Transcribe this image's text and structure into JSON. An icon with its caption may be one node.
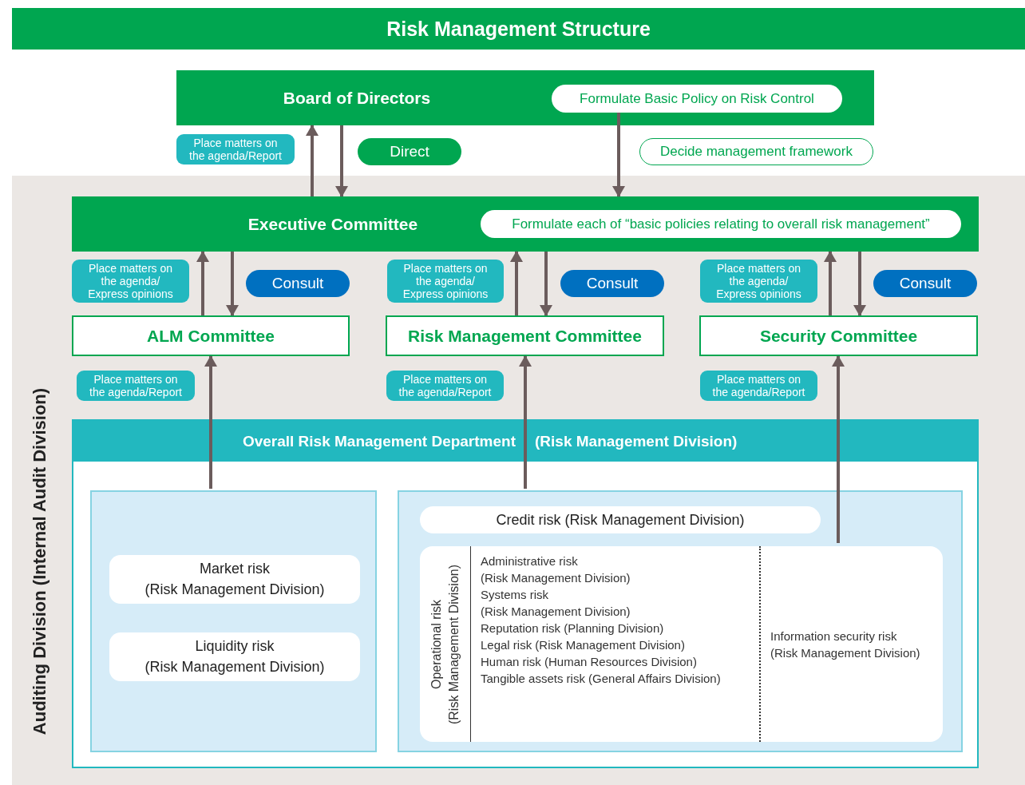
{
  "diagram": {
    "title": "Risk Management Structure",
    "nodes": [
      {
        "text": [
          "Board of Directors"
        ]
      },
      {
        "text": [
          "Formulate Basic Policy on Risk Control"
        ],
        "in": 0
      },
      {
        "text": [
          "Auditing Division (Internal Audit Division)"
        ]
      },
      {
        "text": [
          "Executive Committee"
        ],
        "in": 2
      },
      {
        "text": [
          "Formulate each of “basic policies relating to overall risk management”"
        ],
        "in": 3
      },
      {
        "text": [
          "ALM Committee"
        ],
        "in": 2
      },
      {
        "text": [
          "Risk Management Committee"
        ],
        "in": 2
      },
      {
        "text": [
          "Security Committee"
        ],
        "in": 2
      },
      {
        "text": [
          "Overall Risk Management Department",
          "(Risk Management Division)"
        ],
        "in": 2
      },
      {
        "text": [],
        "shape": "box",
        "in": 8
      },
      {
        "text": [
          "Market risk",
          "(Risk Management Division)"
        ],
        "in": 9
      },
      {
        "text": [
          "Liquidity risk",
          "(Risk Management Division)"
        ],
        "in": 9
      },
      {
        "text": [],
        "shape": "box",
        "in": 8
      },
      {
        "text": [
          "Credit risk (Risk Management Division)"
        ],
        "in": 12
      },
      {
        "text": [
          "Operational risk",
          "(Risk Management Division)",
          "Administrative risk",
          "(Risk Management Division)",
          "Systems risk",
          "(Risk Management Division)",
          "Reputation risk (Planning Division)",
          "Legal risk (Risk Management Division)",
          "Human risk (Human Resources Division)",
          "Tangible assets risk (General Affairs Division)",
          "Information security risk",
          "(Risk Management Division)"
        ],
        "in": 12
      }
    ],
    "edges": [
      {
        "from": 3,
        "to": 0,
        "arrow": "to",
        "label": "Place matters on the agenda/Report"
      },
      {
        "from": 0,
        "to": 3,
        "arrow": "to",
        "label": "Direct"
      },
      {
        "from": 1,
        "to": 3,
        "arrow": "to",
        "label": "Decide management framework"
      },
      {
        "from": 5,
        "to": 3,
        "arrow": "to",
        "label": "Place matters on the agenda/ Express opinions"
      },
      {
        "from": 3,
        "to": 5,
        "arrow": "to",
        "label": "Consult"
      },
      {
        "from": 6,
        "to": 3,
        "arrow": "to",
        "label": "Place matters on the agenda/ Express opinions"
      },
      {
        "from": 3,
        "to": 6,
        "arrow": "to",
        "label": "Consult"
      },
      {
        "from": 7,
        "to": 3,
        "arrow": "to",
        "label": "Place matters on the agenda/ Express opinions"
      },
      {
        "from": 3,
        "to": 7,
        "arrow": "to",
        "label": "Consult"
      },
      {
        "from": 9,
        "to": 5,
        "arrow": "to",
        "label": "Place matters on the agenda/Report"
      },
      {
        "from": 12,
        "to": 6,
        "arrow": "to",
        "label": "Place matters on the agenda/Report"
      },
      {
        "from": 14,
        "to": 7,
        "arrow": "to",
        "label": "Place matters on the agenda/Report"
      }
    ]
  }
}
